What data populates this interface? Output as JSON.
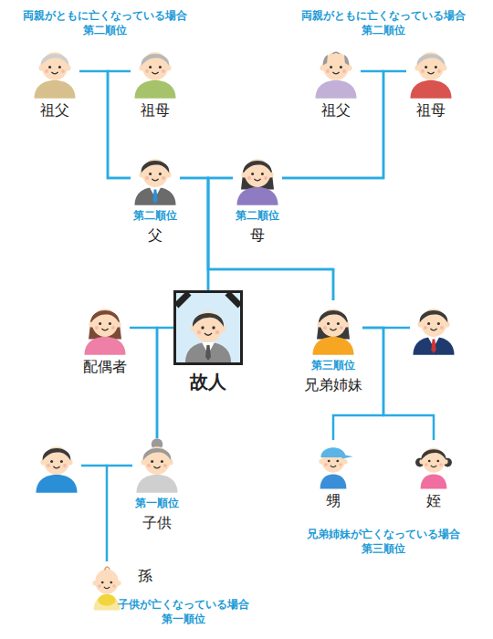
{
  "diagram": {
    "nodes": [
      {
        "text": [
          "祖父"
        ]
      },
      {
        "text": [
          "祖母"
        ]
      },
      {
        "text": [
          "祖父"
        ]
      },
      {
        "text": [
          "祖母"
        ]
      },
      {
        "text": [
          "第二順位",
          "父"
        ]
      },
      {
        "text": [
          "第二順位",
          "母"
        ]
      },
      {
        "text": [
          "故人"
        ]
      },
      {
        "text": [
          "配偶者"
        ]
      },
      {
        "text": [
          "第三順位",
          "兄弟姉妹"
        ]
      },
      {
        "text": [
          "第一順位",
          "子供"
        ]
      },
      {
        "text": [
          "甥"
        ]
      },
      {
        "text": [
          "姪"
        ]
      },
      {
        "text": [
          "孫",
          "子供が亡くなっている場合 第一順位"
        ]
      }
    ],
    "edges": [
      {
        "from": 0,
        "to": 4,
        "arrow": "none"
      },
      {
        "from": 1,
        "to": 4,
        "arrow": "none"
      },
      {
        "from": 2,
        "to": 5,
        "arrow": "none"
      },
      {
        "from": 3,
        "to": 5,
        "arrow": "none"
      },
      {
        "from": 4,
        "to": 6,
        "arrow": "none"
      },
      {
        "from": 5,
        "to": 6,
        "arrow": "none"
      },
      {
        "from": 4,
        "to": 8,
        "arrow": "none"
      },
      {
        "from": 5,
        "to": 8,
        "arrow": "none"
      },
      {
        "from": 6,
        "to": 9,
        "arrow": "none"
      },
      {
        "from": 7,
        "to": 9,
        "arrow": "none"
      },
      {
        "from": 9,
        "to": 12,
        "arrow": "none"
      },
      {
        "from": 8,
        "to": 10,
        "arrow": "none"
      },
      {
        "from": 8,
        "to": 11,
        "arrow": "none"
      }
    ],
    "labels": [
      "両親がともに亡くなっている場合 第二順位",
      "両親がともに亡くなっている場合 第二順位",
      "兄弟姉妹が亡くなっている場合 第三順位"
    ]
  }
}
